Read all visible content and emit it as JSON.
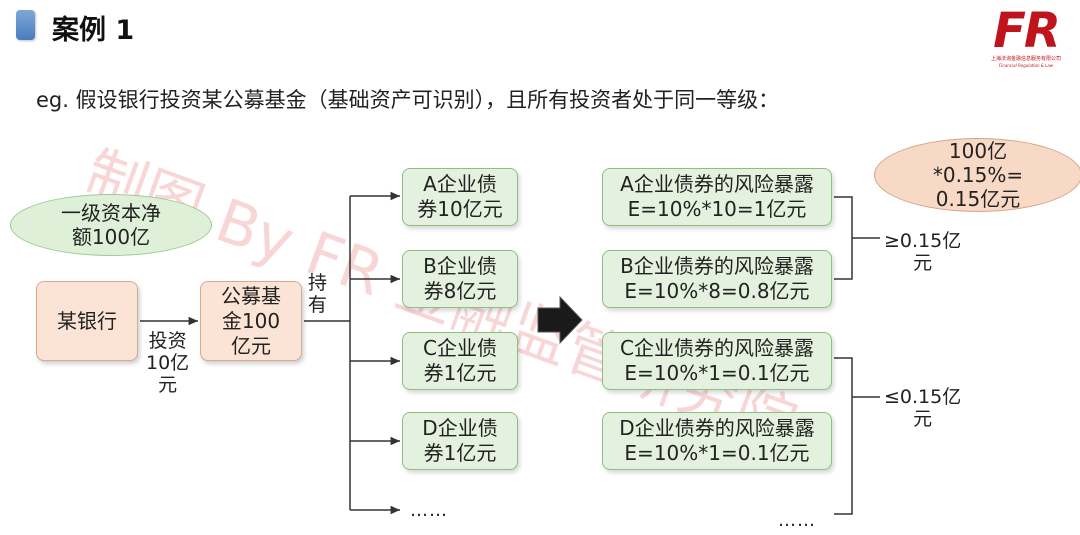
{
  "title": "案例 1",
  "logo": {
    "mark": "FR",
    "cn": "上海法询金融信息服务有限公司",
    "en": "Financial Regulation & Law"
  },
  "intro": "eg. 假设银行投资某公募基金（基础资产可识别），且所有投资者处于同一等级：",
  "watermark": "制图 By FR 金融监管研究院",
  "capital_bubble": {
    "line1": "一级资本净",
    "line2": "额100亿"
  },
  "calc_bubble": {
    "line1": "100亿",
    "line2": "*0.15%=",
    "line3": "0.15亿元"
  },
  "bank_box": "某银行",
  "invest_label": {
    "line1": "投资",
    "line2": "10亿",
    "line3": "元"
  },
  "fund_box": {
    "line1": "公募基",
    "line2": "金100",
    "line3": "亿元"
  },
  "hold_label": {
    "line1": "持",
    "line2": "有"
  },
  "bonds": [
    {
      "line1": "A企业债",
      "line2": "券10亿元"
    },
    {
      "line1": "B企业债",
      "line2": "券8亿元"
    },
    {
      "line1": "C企业债",
      "line2": "券1亿元"
    },
    {
      "line1": "D企业债",
      "line2": "券1亿元"
    }
  ],
  "bond_ellipsis": "……",
  "exposures": [
    {
      "line1": "A企业债券的风险暴露",
      "line2": "E=10%*10=1亿元"
    },
    {
      "line1": "B企业债券的风险暴露",
      "line2": "E=10%*8=0.8亿元"
    },
    {
      "line1": "C企业债券的风险暴露",
      "line2": "E=10%*1=0.1亿元"
    },
    {
      "line1": "D企业债券的风险暴露",
      "line2": "E=10%*1=0.1亿元"
    }
  ],
  "exposure_ellipsis": "……",
  "group_high": {
    "line1": "≥0.15亿",
    "line2": "元"
  },
  "group_low": {
    "line1": "≤0.15亿",
    "line2": "元"
  },
  "colors": {
    "accent_blue": "#4a7bbf",
    "logo_red": "#c0141c",
    "peach_fill": "#fbe4d6",
    "green_fill": "#e4f1de",
    "green_border": "#8cc07e",
    "watermark_red": "#e44646"
  }
}
